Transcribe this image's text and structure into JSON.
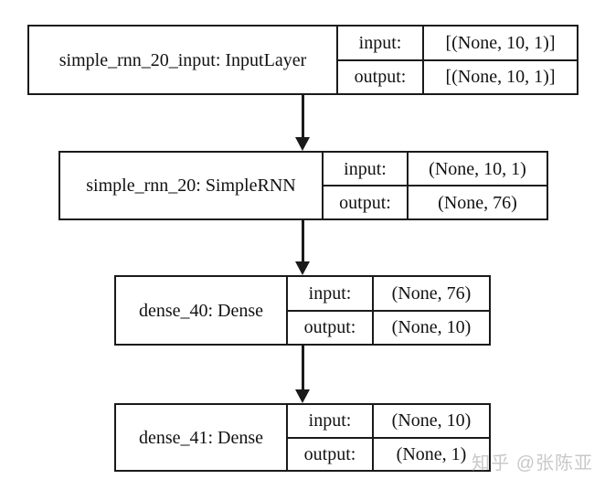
{
  "diagram": {
    "io_labels": {
      "input": "input:",
      "output": "output:"
    },
    "nodes": [
      {
        "title": "simple_rnn_20_input: InputLayer",
        "input_shape": "[(None, 10, 1)]",
        "output_shape": "[(None, 10, 1)]"
      },
      {
        "title": "simple_rnn_20: SimpleRNN",
        "input_shape": "(None, 10, 1)",
        "output_shape": "(None, 76)"
      },
      {
        "title": "dense_40: Dense",
        "input_shape": "(None, 76)",
        "output_shape": "(None, 10)"
      },
      {
        "title": "dense_41: Dense",
        "input_shape": "(None, 10)",
        "output_shape": "(None, 1)"
      }
    ],
    "colors": {
      "border": "#1a1a1a",
      "text": "#111111",
      "background": "#ffffff",
      "watermark": "#c8c8c8"
    }
  },
  "watermark": {
    "text": "知乎 @张陈亚"
  }
}
